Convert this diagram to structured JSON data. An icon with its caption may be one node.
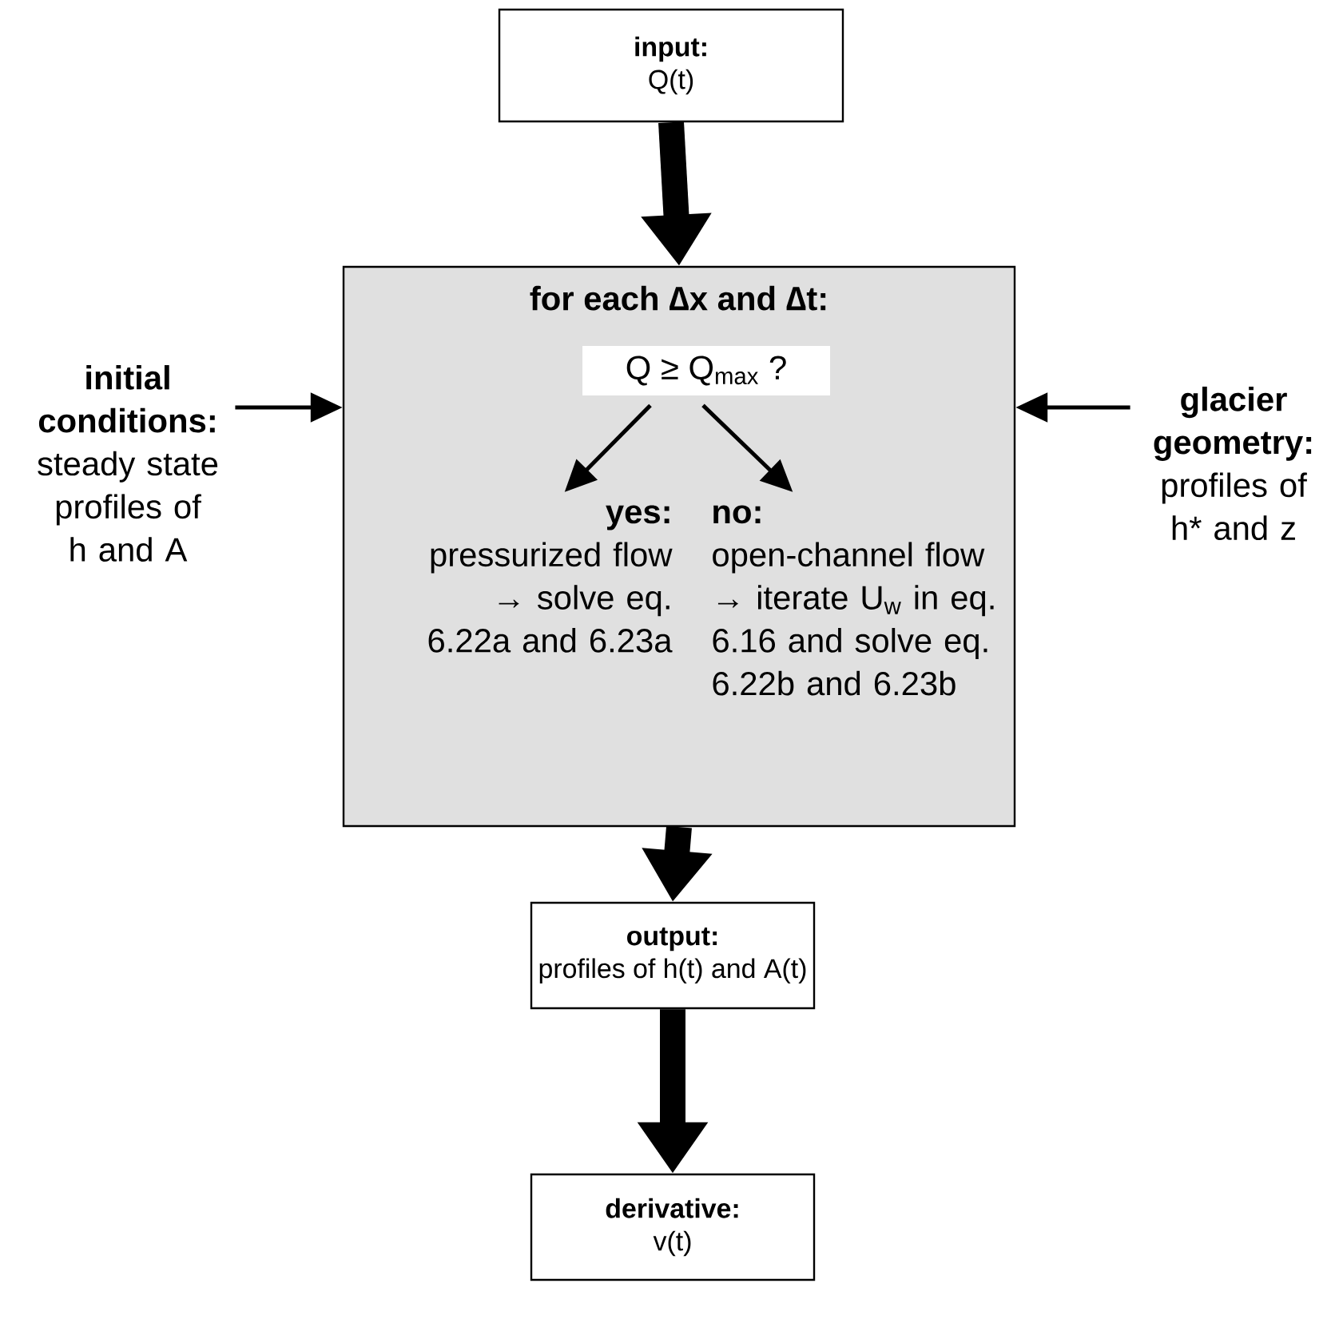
{
  "diagram": {
    "nodes": [
      {
        "text": [
          "input:",
          "Q(t)"
        ]
      },
      {
        "text": [
          "for each  ∆x and  ∆t:"
        ]
      },
      {
        "text": [
          "Q ≥ Q$_{max}$ ?"
        ],
        "in": 1
      },
      {
        "text": [
          "yes:",
          "pressurized flow → solve eq. 6.22a and 6.23a"
        ],
        "in": 1
      },
      {
        "text": [
          "no:",
          "open-channel flow → iterate U$_{w}$ in eq. 6.16 and solve eq. 6.22b and 6.23b"
        ],
        "in": 1
      },
      {
        "text": [
          "initial conditions:",
          "steady state profiles of h and A"
        ]
      },
      {
        "text": [
          "glacier geometry:",
          "profiles of h* and z"
        ]
      },
      {
        "text": [
          "output:",
          "profiles of h(t) and A(t)"
        ]
      },
      {
        "text": [
          "derivative:",
          "v(t)"
        ]
      }
    ],
    "edges": [
      {
        "from": 0,
        "to": 1,
        "arrow": "to",
        "style": "thick"
      },
      {
        "from": 5,
        "to": 1,
        "arrow": "to"
      },
      {
        "from": 6,
        "to": 1,
        "arrow": "to"
      },
      {
        "from": 2,
        "to": 3,
        "arrow": "to"
      },
      {
        "from": 2,
        "to": 4,
        "arrow": "to"
      },
      {
        "from": 1,
        "to": 7,
        "arrow": "to",
        "style": "thick"
      },
      {
        "from": 7,
        "to": 8,
        "arrow": "to",
        "style": "thick"
      }
    ]
  }
}
